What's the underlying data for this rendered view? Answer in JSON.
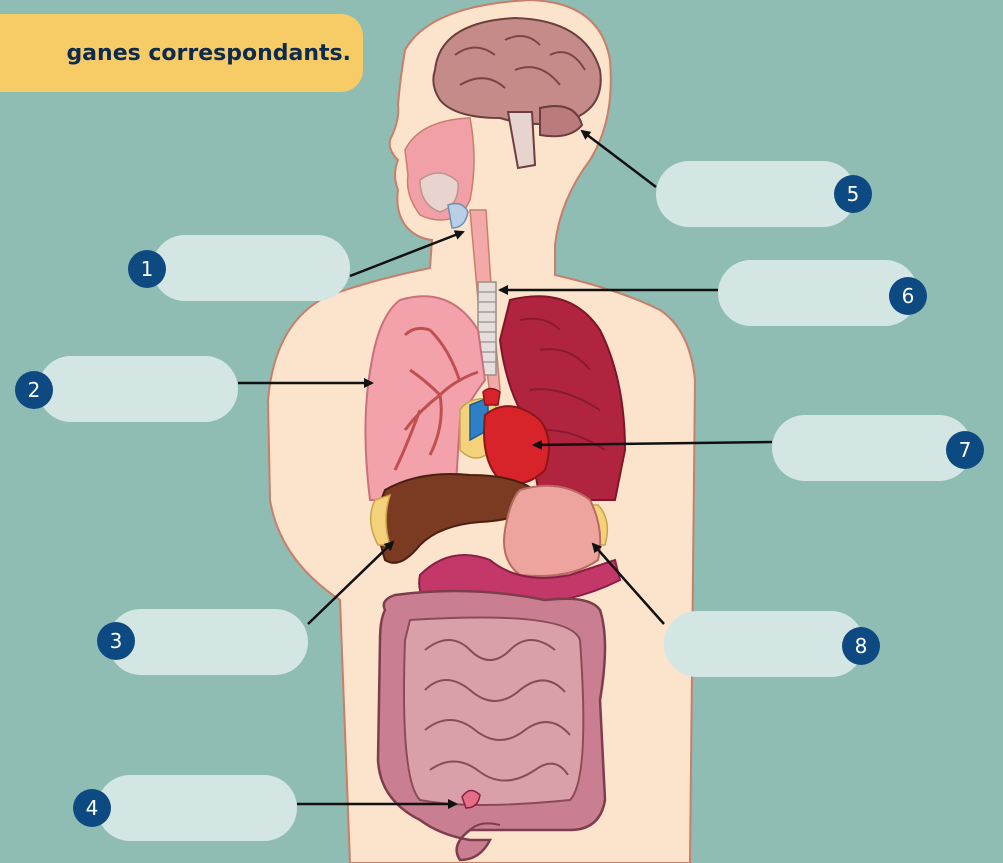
{
  "instruction": "ganes correspondants.",
  "labels": [
    {
      "number": "1",
      "answer": ""
    },
    {
      "number": "2",
      "answer": ""
    },
    {
      "number": "3",
      "answer": ""
    },
    {
      "number": "4",
      "answer": ""
    },
    {
      "number": "5",
      "answer": ""
    },
    {
      "number": "6",
      "answer": ""
    },
    {
      "number": "7",
      "answer": ""
    },
    {
      "number": "8",
      "answer": ""
    }
  ],
  "colors": {
    "background": "#8fbdb4",
    "banner": "#f7cc66",
    "label_box": "#d3e6e4",
    "badge": "#0e4a82",
    "skin": "#fbe3cc",
    "outline": "#c97e6a"
  }
}
